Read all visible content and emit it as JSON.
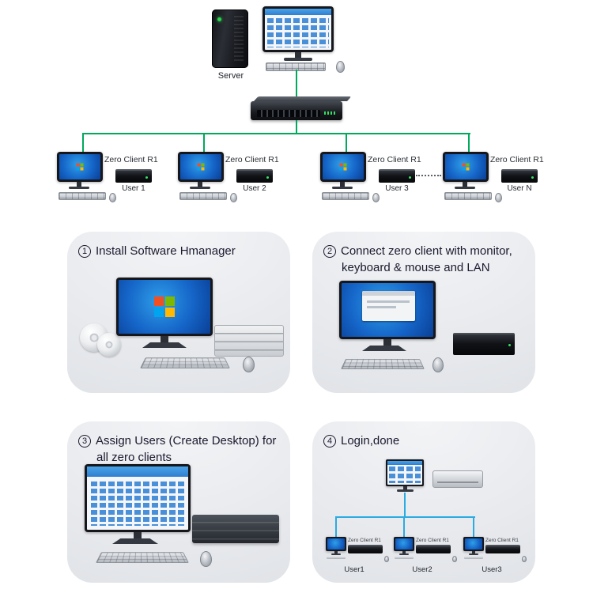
{
  "colors": {
    "line_green": "#00a95c",
    "line_blue": "#2aabe2",
    "panel_bg": "#e8eaee",
    "screen_blue": "#1565c8",
    "heading_dark": "#191a2e"
  },
  "topology": {
    "server_label": "Server",
    "clients": [
      {
        "device_label": "Zero Client R1",
        "user_label": "User 1"
      },
      {
        "device_label": "Zero Client R1",
        "user_label": "User 2"
      },
      {
        "device_label": "Zero Client R1",
        "user_label": "User 3"
      },
      {
        "device_label": "Zero Client R1",
        "user_label": "User N"
      }
    ]
  },
  "steps": [
    {
      "number": "1",
      "title": "Install Software Hmanager"
    },
    {
      "number": "2",
      "title": "Connect zero client with monitor, keyboard & mouse and LAN"
    },
    {
      "number": "3",
      "title": "Assign Users (Create Desktop) for all zero clients"
    },
    {
      "number": "4",
      "title": "Login,done"
    }
  ],
  "step4": {
    "clients": [
      {
        "device_label": "Zero Client R1",
        "user_label": "User1"
      },
      {
        "device_label": "Zero Client R1",
        "user_label": "User2"
      },
      {
        "device_label": "Zero Client R1",
        "user_label": "User3"
      }
    ]
  }
}
